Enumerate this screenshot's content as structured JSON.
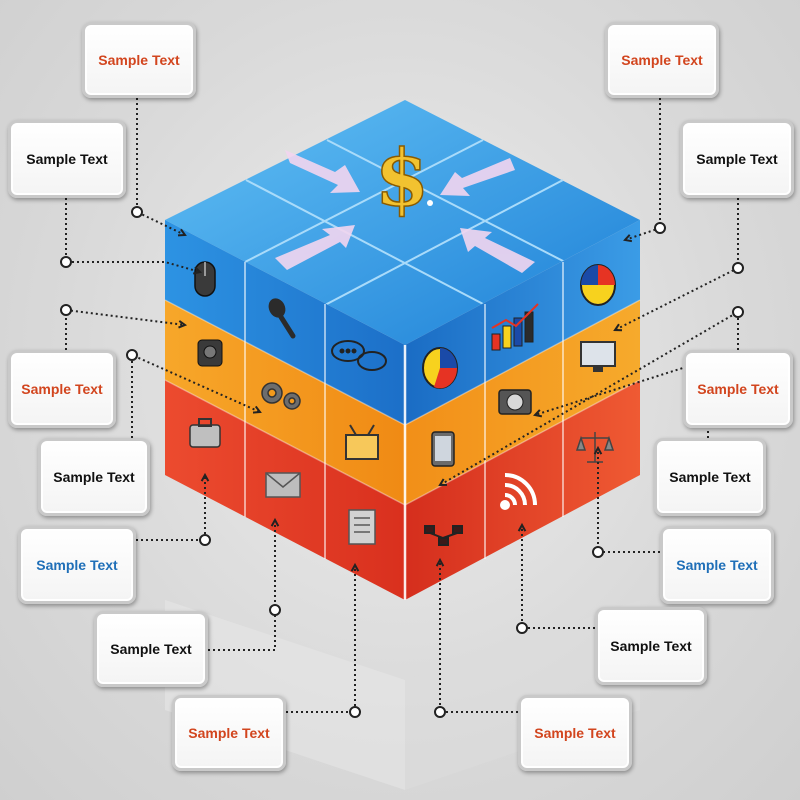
{
  "colors": {
    "red_text": "#d2451e",
    "black_text": "#111111",
    "blue_text": "#1f6fb8",
    "top_face": "#3aa0e8",
    "orange_layer": "#f39a1c",
    "red_layer": "#e8432a",
    "connector": "#222222"
  },
  "icons": {
    "top": [
      "dollar-sign-icon",
      "arrow-icon"
    ],
    "blue_layer": [
      "mouse-icon",
      "microphone-icon",
      "chat-bubbles-icon",
      "pie-chart-icon",
      "bar-chart-icon",
      "pie-chart-icon"
    ],
    "orange_layer": [
      "webcam-icon",
      "gears-icon",
      "tv-icon",
      "tablet-icon",
      "camera-icon",
      "monitor-icon"
    ],
    "red_layer": [
      "briefcase-icon",
      "envelope-icon",
      "document-icon",
      "network-icon",
      "wifi-signal-icon",
      "scales-icon"
    ]
  },
  "labels": [
    {
      "id": "label-1",
      "text": "Sample Text",
      "color": "red"
    },
    {
      "id": "label-2",
      "text": "Sample Text",
      "color": "black"
    },
    {
      "id": "label-3",
      "text": "Sample Text",
      "color": "red"
    },
    {
      "id": "label-4",
      "text": "Sample Text",
      "color": "black"
    },
    {
      "id": "label-5",
      "text": "Sample Text",
      "color": "blue"
    },
    {
      "id": "label-6",
      "text": "Sample Text",
      "color": "black"
    },
    {
      "id": "label-7",
      "text": "Sample Text",
      "color": "red"
    },
    {
      "id": "label-8",
      "text": "Sample Text",
      "color": "red"
    },
    {
      "id": "label-9",
      "text": "Sample Text",
      "color": "black"
    },
    {
      "id": "label-10",
      "text": "Sample Text",
      "color": "red"
    },
    {
      "id": "label-11",
      "text": "Sample Text",
      "color": "black"
    },
    {
      "id": "label-12",
      "text": "Sample Text",
      "color": "blue"
    },
    {
      "id": "label-13",
      "text": "Sample Text",
      "color": "black"
    },
    {
      "id": "label-14",
      "text": "Sample Text",
      "color": "red"
    }
  ]
}
